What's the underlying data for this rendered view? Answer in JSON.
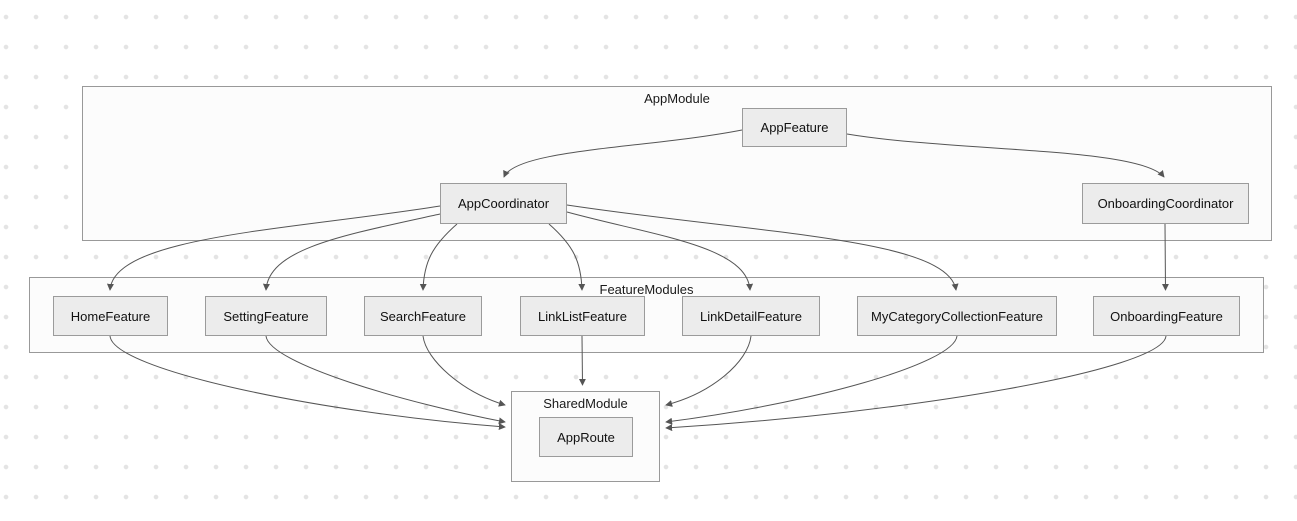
{
  "diagram": {
    "type": "dependency-graph",
    "containers": {
      "app_module": {
        "label": "AppModule"
      },
      "feature_modules": {
        "label": "FeatureModules"
      },
      "shared_module": {
        "label": "SharedModule"
      }
    },
    "nodes": {
      "app_feature": {
        "label": "AppFeature",
        "container": "AppModule"
      },
      "app_coordinator": {
        "label": "AppCoordinator",
        "container": "AppModule"
      },
      "onboarding_coordinator": {
        "label": "OnboardingCoordinator",
        "container": "AppModule"
      },
      "home_feature": {
        "label": "HomeFeature",
        "container": "FeatureModules"
      },
      "setting_feature": {
        "label": "SettingFeature",
        "container": "FeatureModules"
      },
      "search_feature": {
        "label": "SearchFeature",
        "container": "FeatureModules"
      },
      "link_list_feature": {
        "label": "LinkListFeature",
        "container": "FeatureModules"
      },
      "link_detail_feature": {
        "label": "LinkDetailFeature",
        "container": "FeatureModules"
      },
      "my_category_collection_feature": {
        "label": "MyCategoryCollectionFeature",
        "container": "FeatureModules"
      },
      "onboarding_feature": {
        "label": "OnboardingFeature",
        "container": "FeatureModules"
      },
      "app_route": {
        "label": "AppRoute",
        "container": "SharedModule"
      }
    },
    "edges": [
      {
        "from": "AppFeature",
        "to": "AppCoordinator"
      },
      {
        "from": "AppFeature",
        "to": "OnboardingCoordinator"
      },
      {
        "from": "AppCoordinator",
        "to": "HomeFeature"
      },
      {
        "from": "AppCoordinator",
        "to": "SettingFeature"
      },
      {
        "from": "AppCoordinator",
        "to": "SearchFeature"
      },
      {
        "from": "AppCoordinator",
        "to": "LinkListFeature"
      },
      {
        "from": "AppCoordinator",
        "to": "LinkDetailFeature"
      },
      {
        "from": "AppCoordinator",
        "to": "MyCategoryCollectionFeature"
      },
      {
        "from": "OnboardingCoordinator",
        "to": "OnboardingFeature"
      },
      {
        "from": "HomeFeature",
        "to": "SharedModule"
      },
      {
        "from": "SettingFeature",
        "to": "SharedModule"
      },
      {
        "from": "SearchFeature",
        "to": "SharedModule"
      },
      {
        "from": "LinkListFeature",
        "to": "SharedModule"
      },
      {
        "from": "LinkDetailFeature",
        "to": "SharedModule"
      },
      {
        "from": "MyCategoryCollectionFeature",
        "to": "SharedModule"
      },
      {
        "from": "OnboardingFeature",
        "to": "SharedModule"
      }
    ],
    "colors": {
      "node_fill": "#ececec",
      "node_border": "#9b9b9b",
      "container_fill": "#fcfcfc",
      "container_border": "#999999",
      "edge": "#555555",
      "background_dot": "#e4e4e4",
      "text": "#111111"
    }
  }
}
